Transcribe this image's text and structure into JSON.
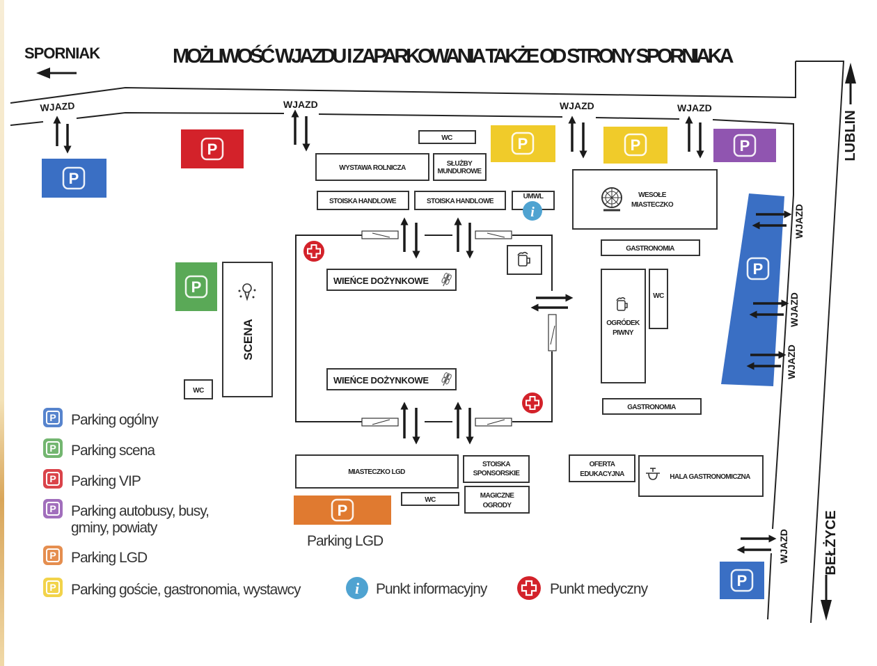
{
  "header": {
    "title": "MOŻLIWOŚĆ WJAZDU I ZAPARKOWANIA TAKŻE OD STRONY SPORNIAKA",
    "direction_sporniak": "SPORNIAK",
    "direction_lublin": "LUBLIN",
    "direction_belzyce": "BEŁŻYCE"
  },
  "entry_label": "WJAZD",
  "parking_symbol": "P",
  "colors": {
    "parking_general": "#3a6fc4",
    "parking_stage": "#5aa957",
    "parking_vip": "#d3222a",
    "parking_bus": "#9055b0",
    "parking_lgd": "#e07a30",
    "parking_guests": "#f0cb2a",
    "info": "#4fa3d1",
    "medical": "#d3222a"
  },
  "venues": {
    "wc": "WC",
    "wystawa_rolnicza": "WYSTAWA ROLNICZA",
    "sluzby_mundurowe": [
      "SŁUŻBY",
      "MUNDUROWE"
    ],
    "stoiska_handlowe_1": "STOISKA HANDLOWE",
    "stoiska_handlowe_2": "STOISKA HANDLOWE",
    "umwl": "UMWL",
    "wesole_miasteczko": [
      "WESOŁE",
      "MIASTECZKO"
    ],
    "gastronomia_top": "GASTRONOMIA",
    "gastronomia_bottom": "GASTRONOMIA",
    "ogrodek_piwny": [
      "OGRÓDEK",
      "PIWNY"
    ],
    "scena": "SCENA",
    "wience_1": "WIEŃCE DOŻYNKOWE",
    "wience_2": "WIEŃCE DOŻYNKOWE",
    "miasteczko_lgd": "MIASTECZKO LGD",
    "stoiska_sponsorskie": [
      "STOISKA",
      "SPONSORSKIE"
    ],
    "magiczne_ogrody": [
      "MAGICZNE",
      "OGRODY"
    ],
    "oferta_edukacyjna": [
      "OFERTA",
      "EDUKACYJNA"
    ],
    "hala_gastronomiczna": "HALA GASTRONOMICZNA",
    "parking_lgd_caption": "Parking LGD"
  },
  "legend": {
    "items": [
      {
        "label": "Parking ogólny",
        "color": "#3a6fc4"
      },
      {
        "label": "Parking scena",
        "color": "#5aa957"
      },
      {
        "label": "Parking VIP",
        "color": "#d3222a"
      },
      {
        "label": "Parking autobusy, busy,",
        "label2": "gminy, powiaty",
        "color": "#9055b0"
      },
      {
        "label": "Parking LGD",
        "color": "#e07a30"
      },
      {
        "label": "Parking goście, gastronomia, wystawcy",
        "color": "#f0cb2a"
      }
    ],
    "info_point": "Punkt informacyjny",
    "medical_point": "Punkt medyczny",
    "info_symbol": "i"
  }
}
